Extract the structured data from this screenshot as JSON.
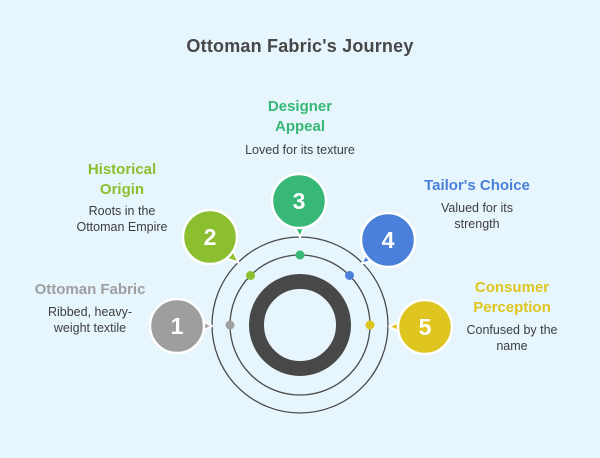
{
  "title": "Ottoman Fabric's Journey",
  "colors": {
    "background": "#E6F6FC",
    "title": "#474747",
    "ring": "#484848",
    "orbit": "#4A4A4A",
    "body_text": "#3E3E3E",
    "badge_number": "#FFFFFF"
  },
  "steps": [
    {
      "number": "1",
      "heading": "Ottoman Fabric",
      "description": "Ribbed, heavy-weight textile",
      "color": "#9E9E9E"
    },
    {
      "number": "2",
      "heading": "Historical Origin",
      "description": "Roots in the Ottoman Empire",
      "color": "#8CBF2F"
    },
    {
      "number": "3",
      "heading": "Designer Appeal",
      "description": "Loved for its texture",
      "color": "#38B877"
    },
    {
      "number": "4",
      "heading": "Tailor's Choice",
      "description": "Valued for its strength",
      "color": "#4A80D9"
    },
    {
      "number": "5",
      "heading": "Consumer Perception",
      "description": "Confused by the name",
      "color": "#DFC51F"
    }
  ]
}
